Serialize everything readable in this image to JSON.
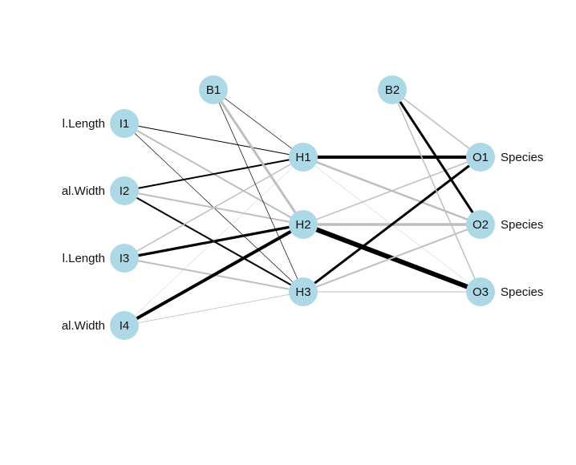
{
  "network": {
    "node_fill": "#add8e6",
    "positive_color": "#000000",
    "negative_color": "#bebebe",
    "layers": {
      "input": [
        {
          "id": "I1",
          "label": "I1",
          "name": "l.Length"
        },
        {
          "id": "I2",
          "label": "I2",
          "name": "al.Width"
        },
        {
          "id": "I3",
          "label": "I3",
          "name": "l.Length"
        },
        {
          "id": "I4",
          "label": "I4",
          "name": "al.Width"
        }
      ],
      "bias1": {
        "id": "B1",
        "label": "B1"
      },
      "hidden": [
        {
          "id": "H1",
          "label": "H1"
        },
        {
          "id": "H2",
          "label": "H2"
        },
        {
          "id": "H3",
          "label": "H3"
        }
      ],
      "bias2": {
        "id": "B2",
        "label": "B2"
      },
      "output": [
        {
          "id": "O1",
          "label": "O1",
          "name": "Species"
        },
        {
          "id": "O2",
          "label": "O2",
          "name": "Species"
        },
        {
          "id": "O3",
          "label": "O3",
          "name": "Species"
        }
      ]
    },
    "edges": [
      {
        "from": "I1",
        "to": "H1",
        "weight": 1
      },
      {
        "from": "I1",
        "to": "H2",
        "weight": -2
      },
      {
        "from": "I1",
        "to": "H3",
        "weight": 0.7
      },
      {
        "from": "I2",
        "to": "H1",
        "weight": 2
      },
      {
        "from": "I2",
        "to": "H2",
        "weight": -2
      },
      {
        "from": "I2",
        "to": "H3",
        "weight": 2
      },
      {
        "from": "I3",
        "to": "H1",
        "weight": -1.5
      },
      {
        "from": "I3",
        "to": "H2",
        "weight": 3.2
      },
      {
        "from": "I3",
        "to": "H3",
        "weight": -2
      },
      {
        "from": "I4",
        "to": "H1",
        "weight": -0.5
      },
      {
        "from": "I4",
        "to": "H2",
        "weight": 4
      },
      {
        "from": "I4",
        "to": "H3",
        "weight": -0.8
      },
      {
        "from": "B1",
        "to": "H1",
        "weight": 0.7
      },
      {
        "from": "B1",
        "to": "H2",
        "weight": -3
      },
      {
        "from": "B1",
        "to": "H3",
        "weight": 0.7
      },
      {
        "from": "H1",
        "to": "O1",
        "weight": 4
      },
      {
        "from": "H1",
        "to": "O2",
        "weight": -2.5
      },
      {
        "from": "H1",
        "to": "O3",
        "weight": -0.5
      },
      {
        "from": "H2",
        "to": "O1",
        "weight": -1.5
      },
      {
        "from": "H2",
        "to": "O2",
        "weight": -3.5
      },
      {
        "from": "H2",
        "to": "O3",
        "weight": 6
      },
      {
        "from": "H3",
        "to": "O1",
        "weight": 3
      },
      {
        "from": "H3",
        "to": "O2",
        "weight": -2
      },
      {
        "from": "H3",
        "to": "O3",
        "weight": -1
      },
      {
        "from": "B2",
        "to": "O1",
        "weight": -1.5
      },
      {
        "from": "B2",
        "to": "O2",
        "weight": 3
      },
      {
        "from": "B2",
        "to": "O3",
        "weight": -1.5
      }
    ]
  }
}
